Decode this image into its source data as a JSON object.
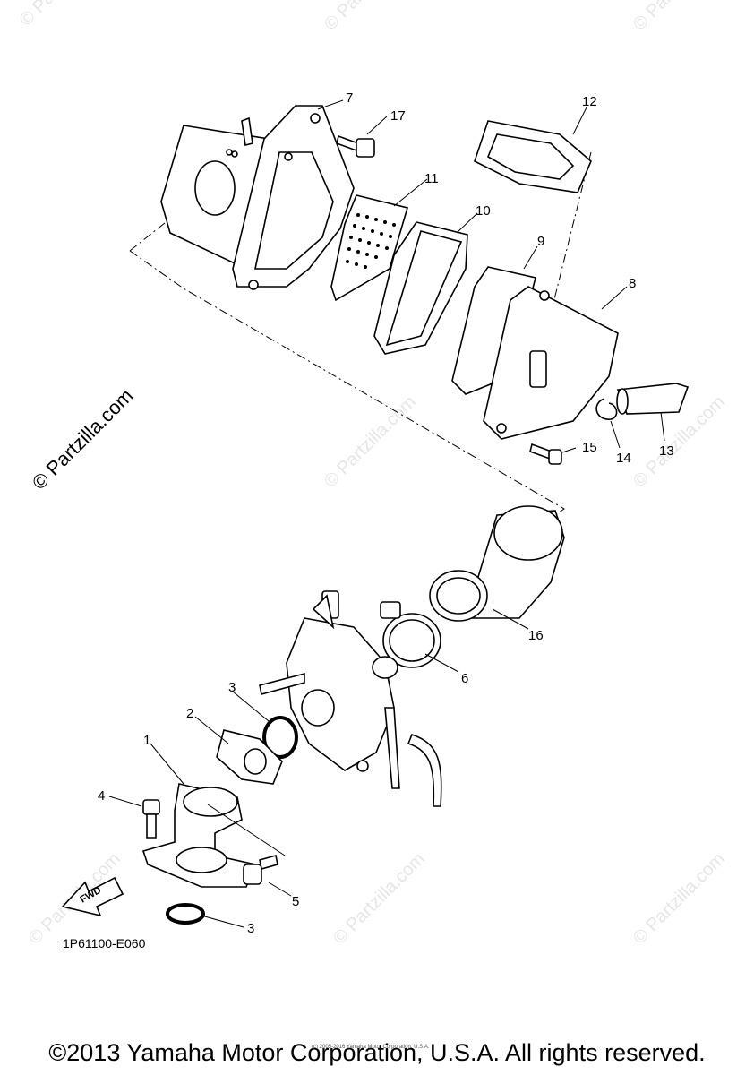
{
  "diagram": {
    "drawing_code": "1P61100-E060",
    "fwd_label": "FWD",
    "copyright_line": "©2013 Yamaha Motor Corporation, U.S.A. All rights reserved.",
    "small_copyright": "(c) 2005-2016 Yamaha Motor Corporation, U.S.A.",
    "side_watermark": "© Partzilla.com",
    "watermark": "© Partzilla.com",
    "callouts": [
      {
        "id": "c7",
        "label": "7"
      },
      {
        "id": "c17",
        "label": "17"
      },
      {
        "id": "c12",
        "label": "12"
      },
      {
        "id": "c11",
        "label": "11"
      },
      {
        "id": "c10",
        "label": "10"
      },
      {
        "id": "c9",
        "label": "9"
      },
      {
        "id": "c8",
        "label": "8"
      },
      {
        "id": "c15",
        "label": "15"
      },
      {
        "id": "c14",
        "label": "14"
      },
      {
        "id": "c13",
        "label": "13"
      },
      {
        "id": "c16",
        "label": "16"
      },
      {
        "id": "c6",
        "label": "6"
      },
      {
        "id": "c3a",
        "label": "3"
      },
      {
        "id": "c2",
        "label": "2"
      },
      {
        "id": "c1",
        "label": "1"
      },
      {
        "id": "c4",
        "label": "4"
      },
      {
        "id": "c5",
        "label": "5"
      },
      {
        "id": "c3b",
        "label": "3"
      }
    ]
  }
}
